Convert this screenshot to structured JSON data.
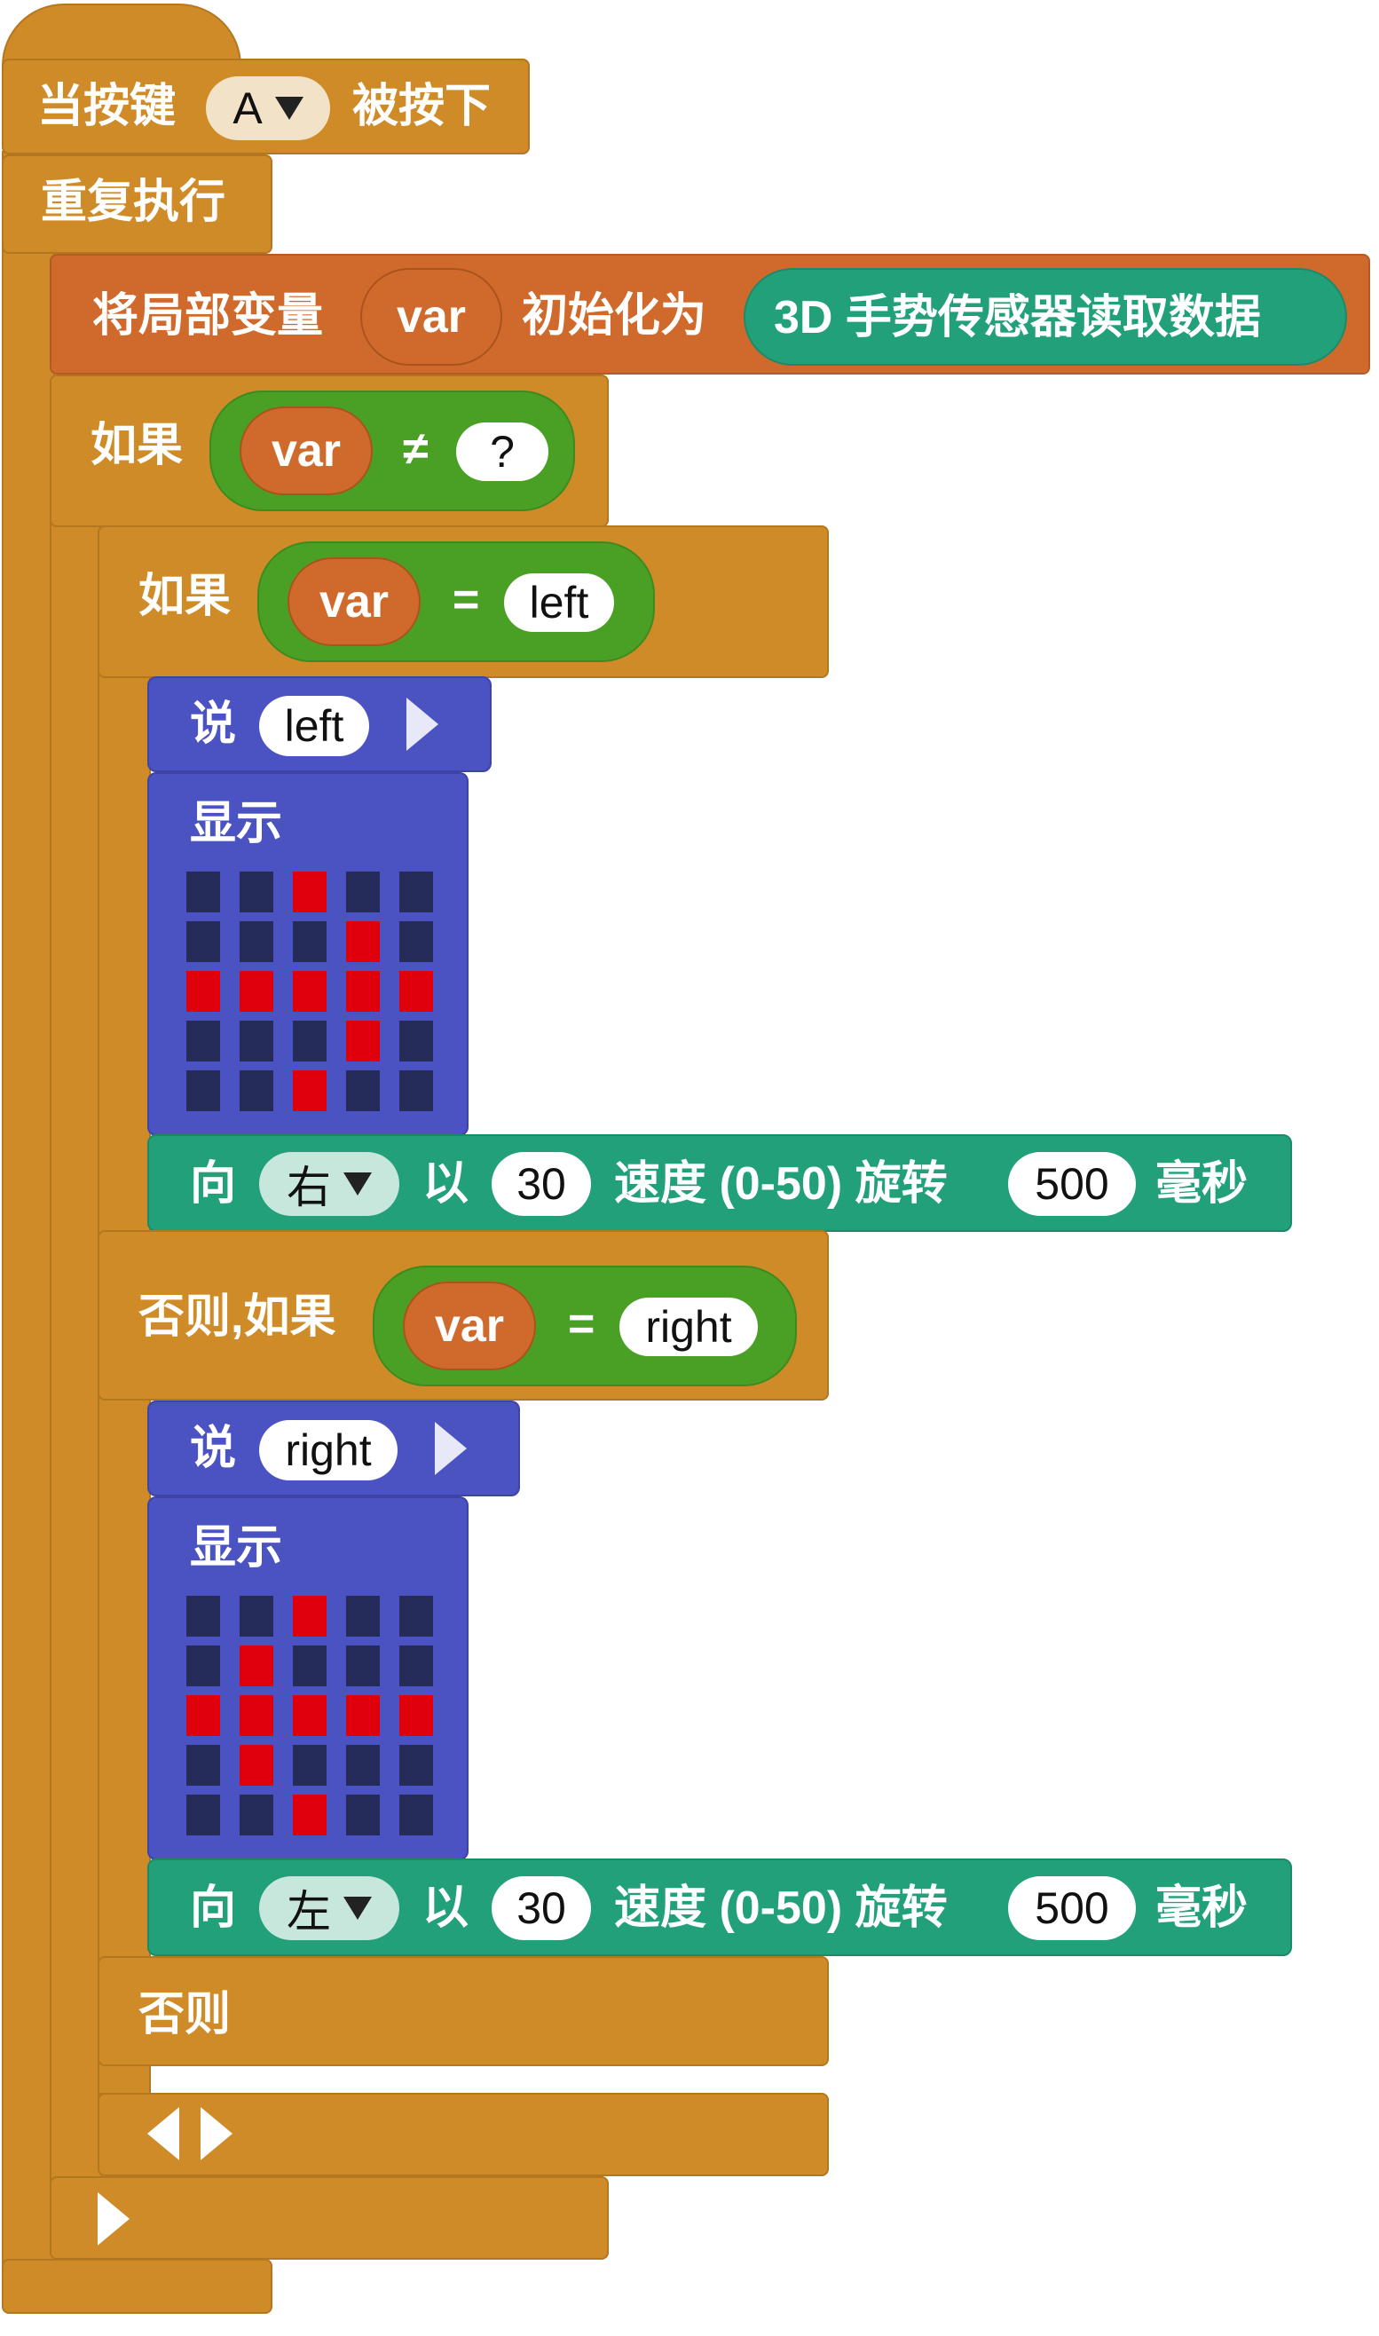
{
  "event": {
    "prefix": "当按键",
    "button": "A",
    "suffix": "被按下"
  },
  "loop": {
    "label": "重复执行"
  },
  "init": {
    "prefix": "将局部变量",
    "var": "var",
    "middle": "初始化为",
    "sensor": "3D 手势传感器读取数据"
  },
  "if1": {
    "label": "如果",
    "var": "var",
    "op": "≠",
    "value": "?"
  },
  "if2": {
    "label": "如果",
    "var": "var",
    "op": "=",
    "value": "left",
    "elseif_label": "否则,如果",
    "elseif_var": "var",
    "elseif_op": "=",
    "elseif_value": "right",
    "else_label": "否则"
  },
  "say1": {
    "label": "说",
    "value": "left"
  },
  "say2": {
    "label": "说",
    "value": "right"
  },
  "show1": {
    "label": "显示",
    "pattern": [
      [
        0,
        0,
        1,
        0,
        0
      ],
      [
        0,
        0,
        0,
        1,
        0
      ],
      [
        1,
        1,
        1,
        1,
        1
      ],
      [
        0,
        0,
        0,
        1,
        0
      ],
      [
        0,
        0,
        1,
        0,
        0
      ]
    ]
  },
  "show2": {
    "label": "显示",
    "pattern": [
      [
        0,
        0,
        1,
        0,
        0
      ],
      [
        0,
        1,
        0,
        0,
        0
      ],
      [
        1,
        1,
        1,
        1,
        1
      ],
      [
        0,
        1,
        0,
        0,
        0
      ],
      [
        0,
        0,
        1,
        0,
        0
      ]
    ]
  },
  "turn1": {
    "prefix": "向",
    "direction": "右",
    "with": "以",
    "speed": "30",
    "speed_label": "速度 (0-50) 旋转",
    "duration": "500",
    "unit": "毫秒"
  },
  "turn2": {
    "prefix": "向",
    "direction": "左",
    "with": "以",
    "speed": "30",
    "speed_label": "速度 (0-50) 旋转",
    "duration": "500",
    "unit": "毫秒"
  },
  "colors": {
    "control": "#cf8b27",
    "variable": "#d06a2c",
    "logic": "#4aa024",
    "display": "#4b52c2",
    "motion": "#22a07a",
    "led_on": "#e0000c",
    "led_off": "#262c59"
  }
}
